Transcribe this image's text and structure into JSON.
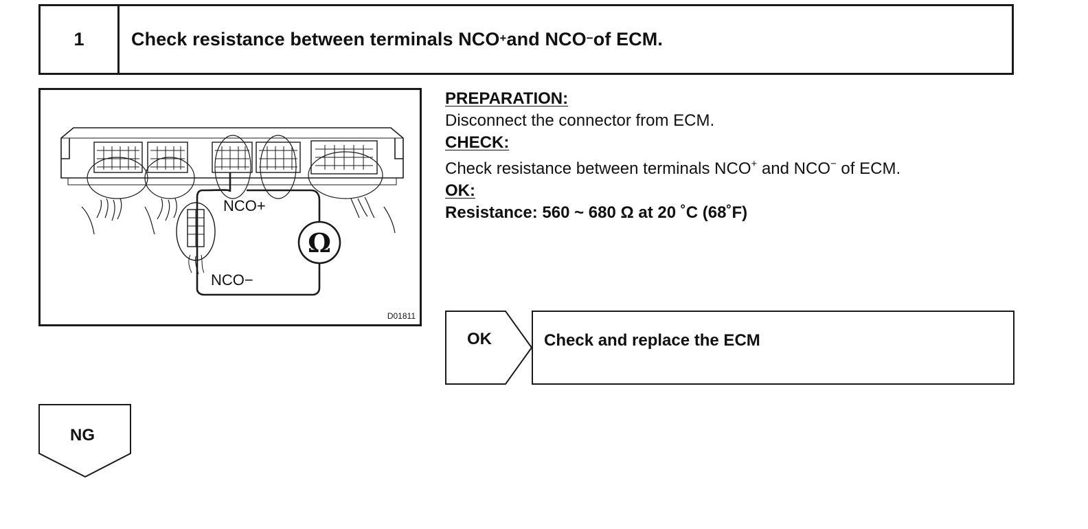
{
  "step": {
    "number": "1",
    "title_main": "Check resistance between terminals NCO",
    "title_plus": "+",
    "title_and": " and NCO",
    "title_minus": "−",
    "title_end": " of ECM."
  },
  "figure": {
    "label_nco_plus": "NCO+",
    "label_nco_minus": "NCO−",
    "meter_symbol": "Ω",
    "figure_code": "D01811",
    "meter_icon": "ohmmeter-icon"
  },
  "instructions": {
    "preparation_heading": "PREPARATION:",
    "preparation_text": "Disconnect the connector from ECM.",
    "check_heading": "CHECK:",
    "check_text_a": "Check resistance between terminals NCO",
    "check_text_plus": "+",
    "check_text_b": " and NCO",
    "check_text_minus": "−",
    "check_text_c": " of ECM.",
    "ok_heading": "OK:",
    "ok_spec": "Resistance: 560 ~ 680 Ω at 20 ˚C (68˚F)"
  },
  "flow": {
    "ok_label": "OK",
    "ok_result": "Check and replace the ECM",
    "ng_label": "NG"
  }
}
